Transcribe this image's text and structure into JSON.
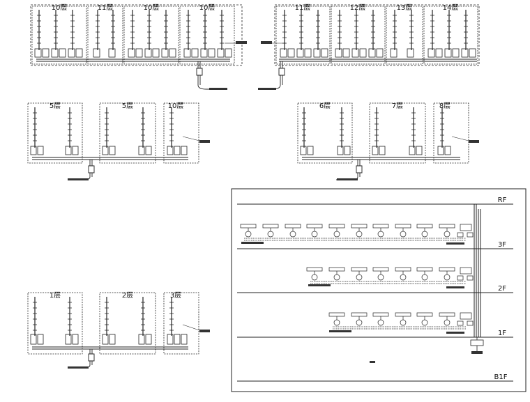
{
  "panel_groups": [
    {
      "id": "top-left",
      "panels": [
        {
          "label": "10层"
        },
        {
          "label": "11层"
        },
        {
          "label": "10层"
        },
        {
          "label": "10层"
        }
      ]
    },
    {
      "id": "top-right",
      "panels": [
        {
          "label": "11层"
        },
        {
          "label": "12层"
        },
        {
          "label": "13层"
        },
        {
          "label": "14层"
        }
      ]
    },
    {
      "id": "mid-left",
      "panels": [
        {
          "label": "5层"
        },
        {
          "label": "5层"
        },
        {
          "label": "10层"
        }
      ]
    },
    {
      "id": "mid-right",
      "panels": [
        {
          "label": "6层"
        },
        {
          "label": "7层"
        },
        {
          "label": "8层"
        }
      ]
    },
    {
      "id": "bottom-left",
      "panels": [
        {
          "label": "1层"
        },
        {
          "label": "2层"
        },
        {
          "label": "3层"
        }
      ]
    }
  ],
  "riser": {
    "floors": [
      {
        "label": "RF"
      },
      {
        "label": "3F"
      },
      {
        "label": "2F"
      },
      {
        "label": "1F"
      },
      {
        "label": "B1F"
      }
    ]
  }
}
